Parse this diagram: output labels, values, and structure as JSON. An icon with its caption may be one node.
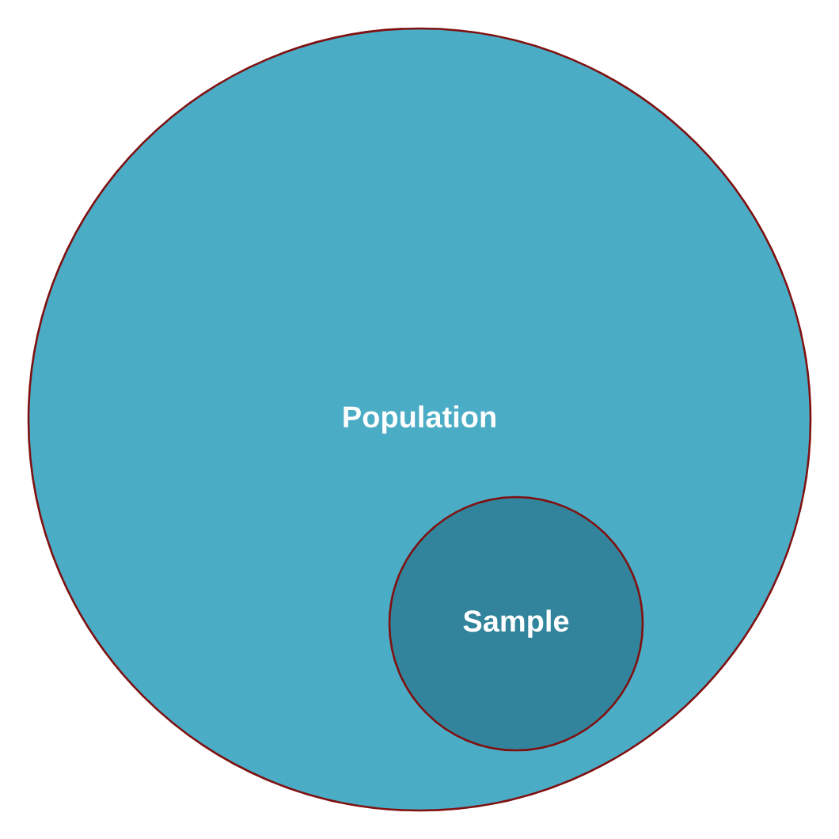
{
  "diagram": {
    "nodes": [
      {
        "text": [
          "Population"
        ]
      },
      {
        "text": [
          "Sample"
        ],
        "in": 0
      }
    ]
  }
}
